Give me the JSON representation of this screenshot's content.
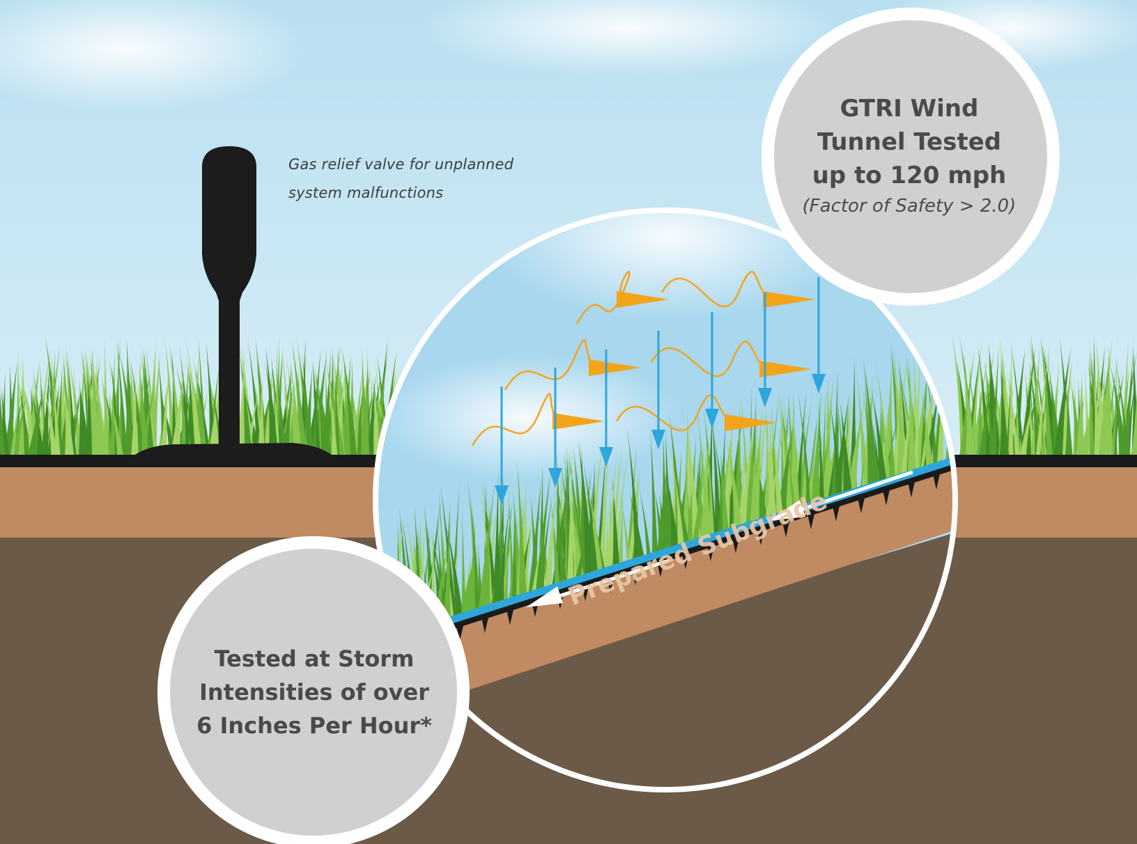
{
  "valve": {
    "caption_line1": "Gas relief valve for unplanned",
    "caption_line2": "system malfunctions"
  },
  "wind_callout": {
    "line1": "GTRI Wind",
    "line2": "Tunnel Tested",
    "line3": "up to 120 mph",
    "note": "(Factor of Safety > 2.0)"
  },
  "storm_callout": {
    "line1": "Tested at Storm",
    "line2": "Intensities of over",
    "line3": "6 Inches Per Hour*"
  },
  "subgrade_label": "Prepared Subgrade",
  "colors": {
    "sky_top": "#b9dff0",
    "grass": "#5da533",
    "topsoil": "#c08a62",
    "subsoil": "#6b5a47",
    "callout_fill": "#d0d0d2",
    "wind_arrow": "#f3a41a",
    "rain_arrow": "#2ea6dc",
    "drain_layer": "#2ea6dc",
    "valve": "#1c1c1c"
  }
}
